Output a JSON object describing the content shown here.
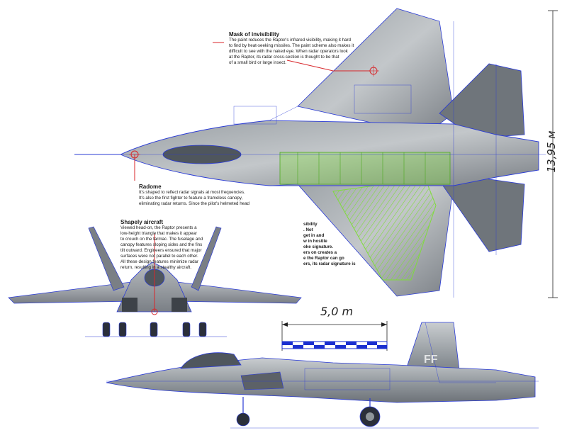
{
  "annotations": {
    "mask": {
      "title": "Mask of invisibility",
      "lines": [
        "The paint reduces the Raptor's infrared visibility, making it hard",
        "to find by heat-seeking missiles. The paint scheme also makes it",
        "difficult to see with the naked eye. When radar operators look",
        "at the Raptor, its radar cross-section is thought to be that",
        "of a small bird or large insect."
      ]
    },
    "radome": {
      "title": "Radome",
      "lines": [
        "It's shaped to reflect radar signals at most frequencies.",
        "It's also the first fighter to feature a frameless canopy,",
        "eliminating radar returns.  Since the pilot's helmeted head"
      ]
    },
    "shapely": {
      "title": "Shapely aircraft",
      "lines": [
        "Viewed head-on, the Raptor presents a",
        "low-height triangle that makes it appear",
        "to crouch on the tarmac. The fuselage and",
        "canopy features sloping sides and the fins",
        "tilt outward. Engineers ensured that major",
        "surfaces were not parallel to each other.",
        "All these design features minimize radar",
        "return, resulting in a stealthy aircraft."
      ]
    },
    "partial": {
      "lines": [
        "sibility",
        ". Not",
        "get in and",
        "w in hostile",
        "oke signature.",
        "ers on creates a",
        "e the Raptor can go",
        "ers, its radar signature is"
      ]
    }
  },
  "dimensions": {
    "length_label": "13,95 м",
    "scale_label": "5,0 m"
  },
  "tail_code": "FF",
  "colors": {
    "blueprint_line": "#2a3bd6",
    "airframe_gray": "#8c9196",
    "airframe_dark": "#5c6167",
    "cutaway_green": "#7fdc3a",
    "callout_red": "#d8262a",
    "scale_blue": "#1a2fd0"
  }
}
